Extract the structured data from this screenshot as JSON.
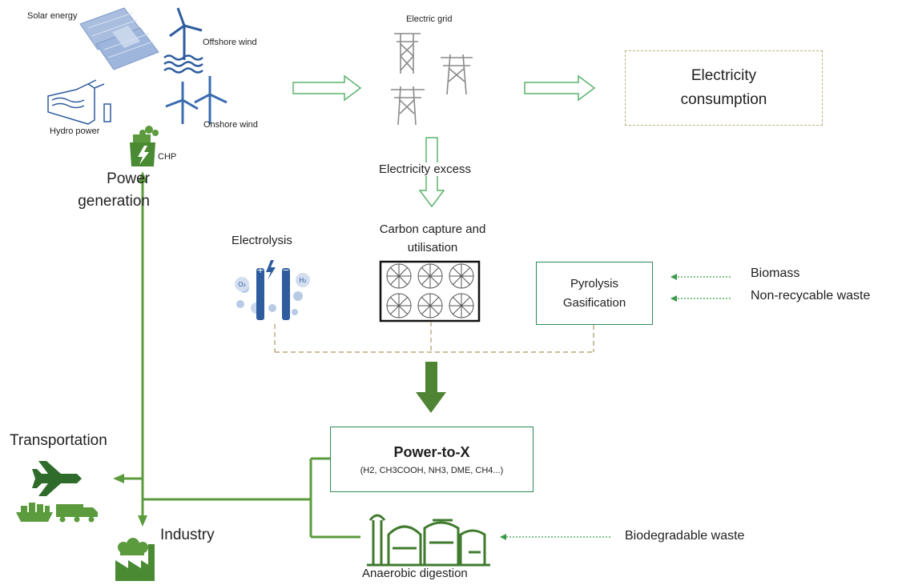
{
  "sources": {
    "solar": "Solar energy",
    "offshore": "Offshore wind",
    "hydro": "Hydro power",
    "onshore": "Onshore wind",
    "chp": "CHP",
    "power_generation_line1": "Power",
    "power_generation_line2": "generation"
  },
  "grid": {
    "label": "Electric grid",
    "excess": "Electricity excess"
  },
  "consumption": {
    "line1": "Electricity",
    "line2": "consumption"
  },
  "processes": {
    "electrolysis": "Electrolysis",
    "ccu_line1": "Carbon capture and",
    "ccu_line2": "utilisation",
    "pyrolysis": "Pyrolysis",
    "gasification": "Gasification",
    "biomass": "Biomass",
    "non_recyclable": "Non-recycable waste"
  },
  "ptx": {
    "title": "Power-to-X",
    "subtitle": "(H2, CH3COOH, NH3, DME, CH4...)"
  },
  "outputs": {
    "transportation": "Transportation",
    "industry": "Industry",
    "anaerobic": "Anaerobic digestion",
    "biodegradable": "Biodegradable waste"
  },
  "electrolysis_icon": {
    "o2": "O₂",
    "h2": "H₂"
  },
  "colors": {
    "green": "#5b9b3d",
    "dark_green": "#4a7f2d",
    "blue": "#2e5c9e",
    "outline_green": "#2e8b57",
    "dashed_tan": "#b8a77a"
  }
}
